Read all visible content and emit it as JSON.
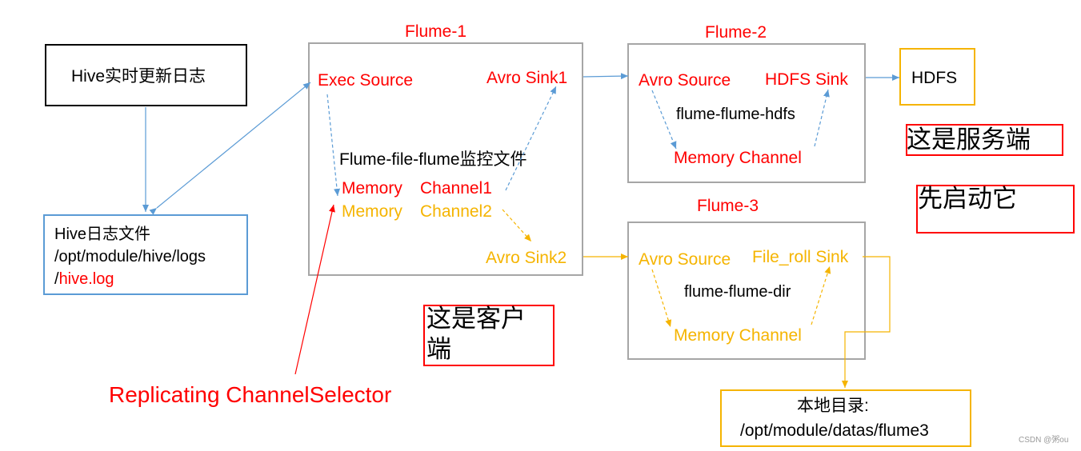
{
  "colors": {
    "red": "#ff0000",
    "yellow": "#f5b400",
    "blue": "#5b9bd5",
    "gray": "#a6a6a6",
    "black": "#000000"
  },
  "flume1": {
    "title": "Flume-1",
    "exec_source": "Exec Source",
    "avro_sink1": "Avro Sink1",
    "avro_sink2": "Avro Sink2",
    "label": "Flume-file-flume监控文件",
    "memory_label": "Memory",
    "channel1": "Channel1",
    "channel2": "Channel2"
  },
  "flume2": {
    "title": "Flume-2",
    "avro_source": "Avro Source",
    "hdfs_sink": "HDFS Sink",
    "label": "flume-flume-hdfs",
    "memory_channel": "Memory Channel"
  },
  "flume3": {
    "title": "Flume-3",
    "avro_source": "Avro Source",
    "file_roll_sink": "File_roll Sink",
    "label": "flume-flume-dir",
    "memory_channel": "Memory Channel"
  },
  "hive_box": {
    "label": "Hive实时更新日志"
  },
  "hive_log_box": {
    "line1": "Hive日志文件",
    "line2": "/opt/module/hive/logs",
    "line3_prefix": "/",
    "line3_file": "hive.log"
  },
  "hdfs_box": {
    "label": "HDFS"
  },
  "local_dir_box": {
    "line1": "本地目录:",
    "line2": "/opt/module/datas/flume3"
  },
  "notes": {
    "server": "这是服务端",
    "start_first": "先启动它",
    "client_line1": "这是客户",
    "client_line2": "端"
  },
  "selector_label": "Replicating ChannelSelector",
  "watermark": "CSDN @粥ou"
}
